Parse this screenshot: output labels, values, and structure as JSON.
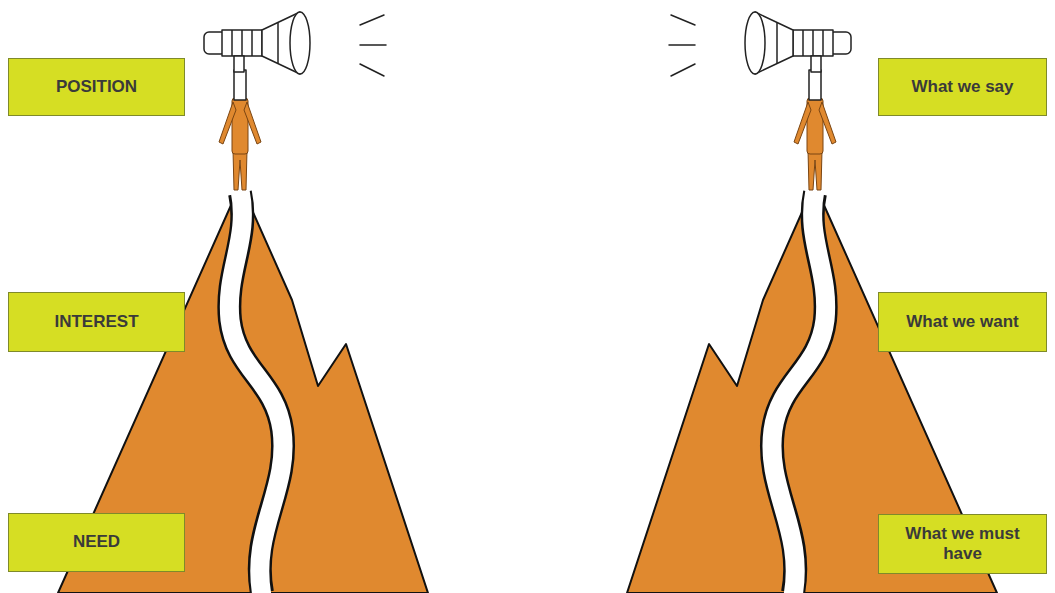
{
  "diagram": {
    "nodes": [
      {
        "text": [
          "POSITION"
        ]
      },
      {
        "text": [
          "What we say"
        ]
      },
      {
        "text": [
          "INTEREST"
        ]
      },
      {
        "text": [
          "What we want"
        ]
      },
      {
        "text": [
          "NEED"
        ]
      },
      {
        "text": [
          "What we must have"
        ]
      }
    ]
  }
}
